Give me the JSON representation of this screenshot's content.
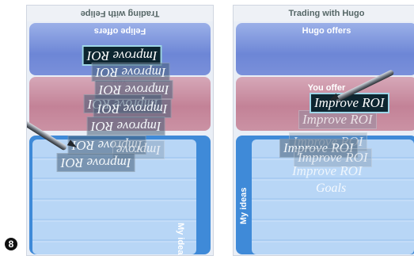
{
  "step_badge": "8",
  "left_panel": {
    "title": "Trading with Felipe",
    "offers_label": "Felipe offers",
    "you_label": "You",
    "ideas_label": "My ideas",
    "cards": [
      "Improve ROI",
      "Improve ROI",
      "Improve ROI",
      "Improve ROI",
      "Improve ROI",
      "Improve ROI",
      "Improve ROI",
      "Improve",
      "Improve ROI"
    ]
  },
  "right_panel": {
    "title": "Trading with Hugo",
    "offers_label": "Hugo offers",
    "you_offer_label": "You offer",
    "ideas_label": "My ideas",
    "cards": [
      "Improve ROI",
      "Improve ROI",
      "Improve ROI",
      "Improve ROI",
      "Improve ROI",
      "Improve ROI"
    ],
    "goals_label": "Goals"
  }
}
